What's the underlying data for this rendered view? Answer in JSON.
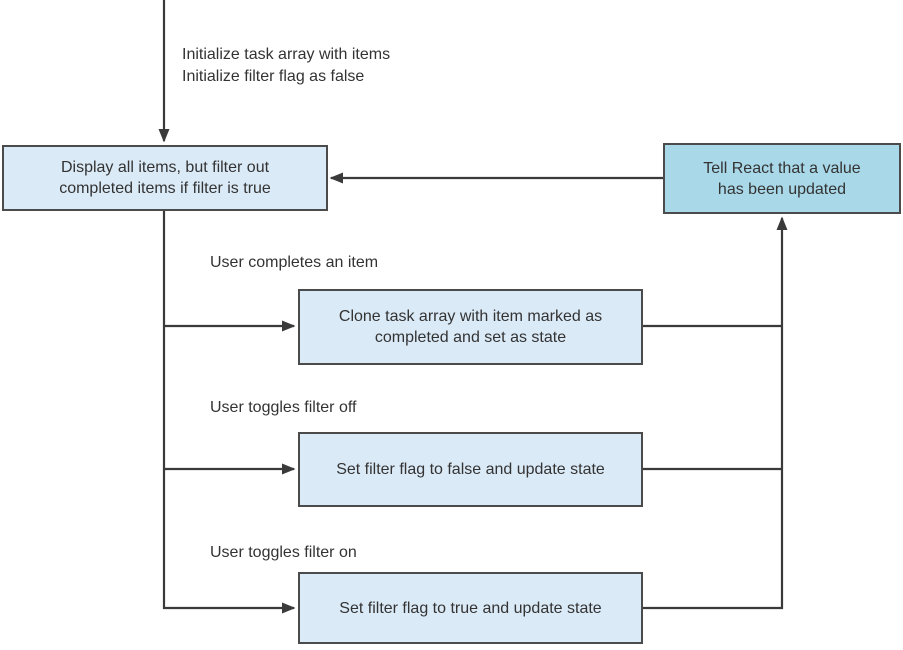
{
  "diagram": {
    "annotations": {
      "init": "Initialize task array with items\nInitialize filter flag as false"
    },
    "nodes": {
      "display": "Display all items, but filter out\ncompleted items if filter is true",
      "tell_react": "Tell React that a value\nhas been updated",
      "clone": "Clone task array with item marked as\ncompleted and set as state",
      "filter_false": "Set filter flag to false and update state",
      "filter_true": "Set filter flag to true and update state"
    },
    "edge_labels": {
      "completes": "User completes an item",
      "toggles_off": "User toggles filter off",
      "toggles_on": "User toggles filter on"
    },
    "colors": {
      "node_fill": "#dbeaf7",
      "highlight_fill": "#a9d8e8",
      "node_border": "#4b4b4b",
      "line": "#3a3a3a",
      "text": "#333333",
      "background": "#ffffff"
    }
  }
}
